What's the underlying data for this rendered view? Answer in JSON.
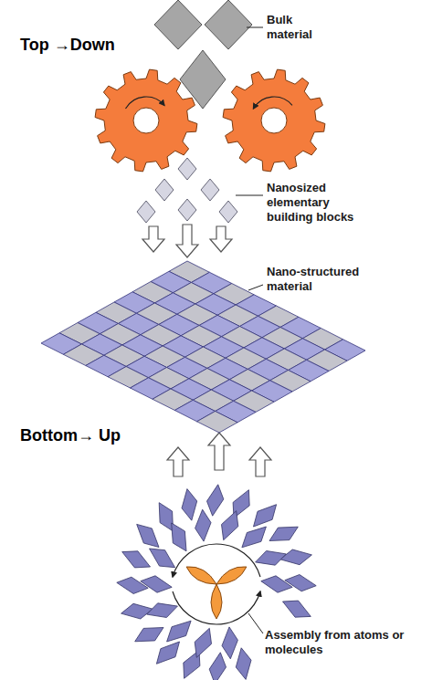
{
  "diagram": {
    "labels": [
      "Bulk material",
      "Top →Down",
      "Nanosized elementary building blocks",
      "Nano-structured material",
      "Bottom→ Up",
      "Assembly from atoms or molecules"
    ]
  }
}
